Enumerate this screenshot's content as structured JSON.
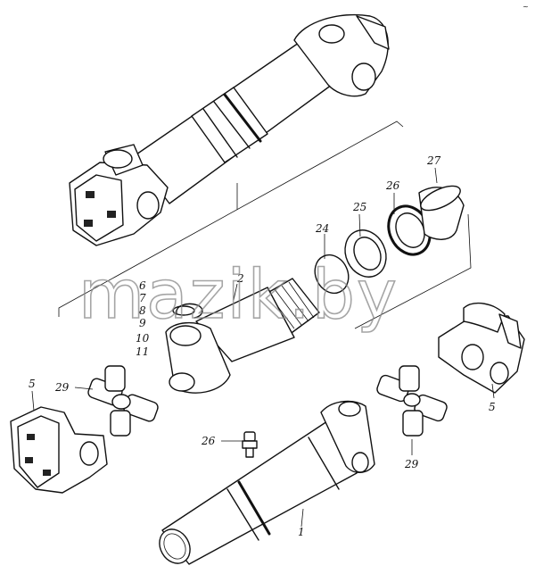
{
  "watermark": "mazik.by",
  "corner_mark": "~",
  "callouts": {
    "c1": "1",
    "c2": "2",
    "c5a": "5",
    "c5b": "5",
    "c6": "6",
    "c7": "7",
    "c8": "8",
    "c9": "9",
    "c10": "10",
    "c11": "11",
    "c24": "24",
    "c25": "25",
    "c26a": "26",
    "c26b": "26",
    "c27": "27",
    "c29a": "29",
    "c29b": "29"
  }
}
